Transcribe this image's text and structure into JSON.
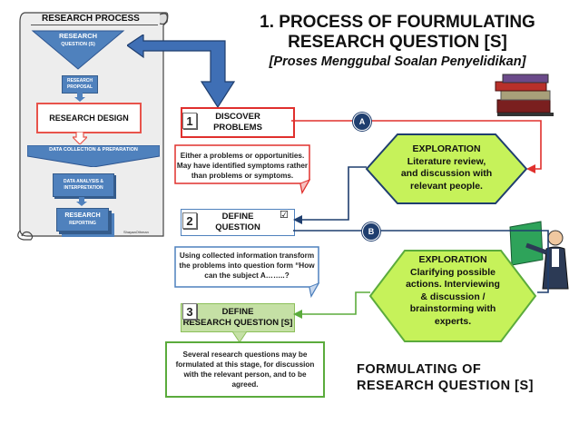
{
  "title": {
    "line1": "1. PROCESS OF FOURMULATING",
    "line2": "RESEARCH QUESTION [S]",
    "subtitle": "[Proses Menggubal Soalan Penyelidikan]"
  },
  "sidebar": {
    "heading": "RESEARCH PROCESS",
    "question_l1": "RESEARCH",
    "question_l2": "QUESTION (S)",
    "proposal_l1": "RESEARCH",
    "proposal_l2": "PROPOSAL",
    "design": "RESEARCH DESIGN",
    "collection": "DATA COLLECTION & PREPARATION",
    "analysis_l1": "DATA ANALYSIS &",
    "analysis_l2": "INTERPRETATION",
    "reporting_l1": "RESEARCH",
    "reporting_l2": "REPORTING",
    "credit": "ShayaaOthman"
  },
  "steps": [
    {
      "num": "1",
      "label_l1": "DISCOVER",
      "label_l2": "PROBLEMS",
      "note_l1": "Either a problems or opportunities.",
      "note_l2": "May have identified symptoms rather",
      "note_l3": "than problems or symptoms."
    },
    {
      "num": "2",
      "label_l1": "DEFINE",
      "label_l2": "QUESTION",
      "check": "☑",
      "note_l1": "Using collected information transform",
      "note_l2": "the problems into question form “How",
      "note_l3": "can the subject A……..?"
    },
    {
      "num": "3",
      "label_l1": "DEFINE",
      "label_l2": "RESEARCH QUESTION [S]",
      "note_l1": "Several research questions may be",
      "note_l2": "formulated at this stage, for discussion",
      "note_l3": "with the relevant person, and to be",
      "note_l4": "agreed."
    }
  ],
  "connectors": {
    "a": "A",
    "b": "B"
  },
  "exploration": [
    {
      "l1": "EXPLORATION",
      "l2": "Literature review,",
      "l3": "and discussion with",
      "l4": "relevant people."
    },
    {
      "l1": "EXPLORATION",
      "l2": "Clarifying  possible",
      "l3": "actions. Interviewing",
      "l4": "& discussion /",
      "l5": "brainstorming with",
      "l6": "experts."
    }
  ],
  "footer": {
    "l1": "FORMULATING OF",
    "l2": "RESEARCH QUESTION [S]"
  },
  "colors": {
    "blue": "#4f81bd",
    "red": "#e0302d",
    "green": "#5bab3c",
    "hex_green": "#c6f25a",
    "navy": "#1f3e6e"
  }
}
